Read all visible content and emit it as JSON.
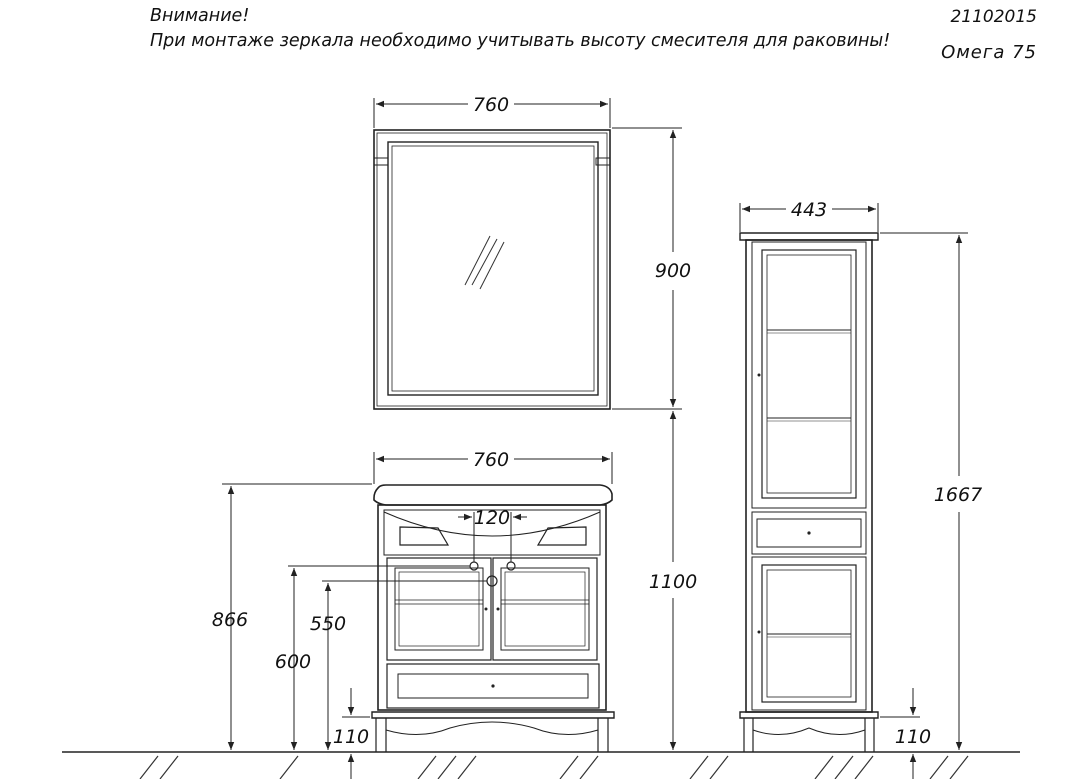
{
  "header": {
    "note_line1": "Внимание!",
    "note_line2": "При монтаже зеркала необходимо учитывать высоту смесителя для раковины!",
    "doc_code": "21102015",
    "model": "Омега  75"
  },
  "dimensions": {
    "mirror_width": "760",
    "mirror_height": "900",
    "vanity_width": "760",
    "tap_spacing": "120",
    "vanity_total_height": "866",
    "inlet_height_1": "550",
    "inlet_height_2": "600",
    "vanity_leg_height": "110",
    "mirror_mount_height": "1100",
    "cabinet_width": "443",
    "cabinet_height": "1667",
    "cabinet_leg_height": "110"
  },
  "colors": {
    "line": "#222222",
    "ground_hatch": "#333333"
  }
}
